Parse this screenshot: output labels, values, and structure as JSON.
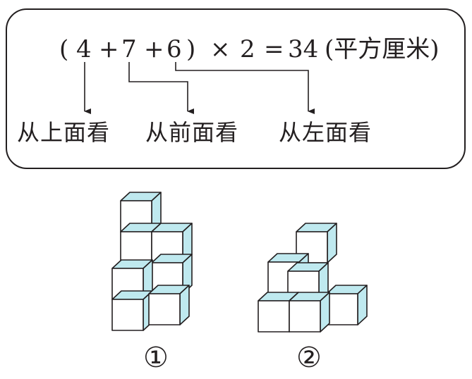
{
  "formula": {
    "open_paren": "(",
    "a": "4",
    "plus1": "+",
    "b": "7",
    "plus2": "+",
    "c": "6",
    "close_paren": ")",
    "times": "×",
    "factor": "2",
    "equals": "=",
    "result": "34",
    "unit": "(平方厘米)"
  },
  "labels": {
    "top_view": "从上面看",
    "front_view": "从前面看",
    "left_view": "从左面看"
  },
  "figures": [
    {
      "label": "①"
    },
    {
      "label": "②"
    }
  ],
  "colors": {
    "cube_side": "#bfe9ef",
    "line": "#231f20"
  }
}
